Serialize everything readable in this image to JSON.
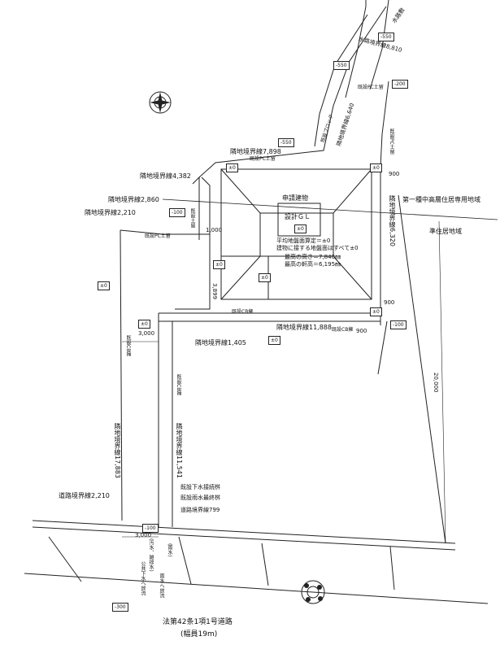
{
  "colors": {
    "line": "#222222",
    "paper": "#ffffff"
  },
  "icons": {
    "compass": "compass-rose-icon",
    "tree": "tree-symbol-icon"
  },
  "labels": {
    "north_road": "水路敷",
    "north_water_boundary": "水路境界線8,810",
    "north_road_level": "-550",
    "level_550_mid": "-550",
    "level_200_right": "-200",
    "existing_retaining_wall_1": "既設PC土留",
    "adjacent_boundary_long": "隣地境界線6,640",
    "existing_block": "既設ブロック",
    "existing_wall_right": "既設PC土留",
    "level_550_top": "-550",
    "boundary_7898": "隣地境界線7,898",
    "existing_pc_wall_top": "既設PC土留",
    "zero_1": "±0",
    "zero_2": "±0",
    "dim_900_top": "900",
    "boundary_4382": "隣地境界線4,382",
    "boundary_2860": "隣地境界線2,860",
    "boundary_2210": "隣地境界線2,210",
    "level_100": "-100",
    "existing_wall_left": "既設土留",
    "existing_pc_wall_left": "既設PC土留",
    "dim_1000": "1,000",
    "building_title": "申請建物",
    "design_gl_title": "設計ＧＬ",
    "design_gl_value": "±0",
    "avg_ground_1": "平均地盤面算定＝±0",
    "avg_ground_2": "建物に接する地盤面はすべて±0",
    "max_height": "最高の高さ＝7,840㎜",
    "max_eave": "最高の軒高＝6,195㎜",
    "zero_3": "±0",
    "zero_4": "±0",
    "zero_5": "±0",
    "zero_6": "±0",
    "zero_7": "±0",
    "zero_8": "±0",
    "dim_3899": "3,899",
    "dim_900_right": "900",
    "dim_900_bottom": "900",
    "boundary_6320": "隣地境界線6,320",
    "zone_1": "第一種中高層住居専用地域",
    "zone_2": "準住居地域",
    "level_100_right": "-100",
    "existing_fence_right": "既設CB擁",
    "boundary_11888": "隣地境界線11,888",
    "existing_fence_mid": "既設CB擁",
    "dim_3000_top": "3,000",
    "boundary_1405": "隣地境界線1,405",
    "existing_fence_left": "既設CB擁",
    "existing_fence_vert": "既設CB擁",
    "boundary_11541": "隣地境界線11,541",
    "boundary_17883": "隣地境界線17,883",
    "dim_20000": "20,000",
    "sewer_connection": "既設下水接続桝",
    "rain_final": "既設雨水最終桝",
    "road_boundary_799": "道路境界線799",
    "road_boundary_2210": "道路境界線2,210",
    "level_100_bottom": "-100",
    "dim_3000_bottom": "3,000",
    "public_sewer": "公共下水へ放流",
    "drain_1": "(汚水、雑排水)",
    "drain_2": "(雨水)",
    "rain_runoff": "雨水へ放流",
    "level_300": "-300",
    "road_name": "法第42条1項1号道路",
    "road_width": "(幅員19m)"
  }
}
